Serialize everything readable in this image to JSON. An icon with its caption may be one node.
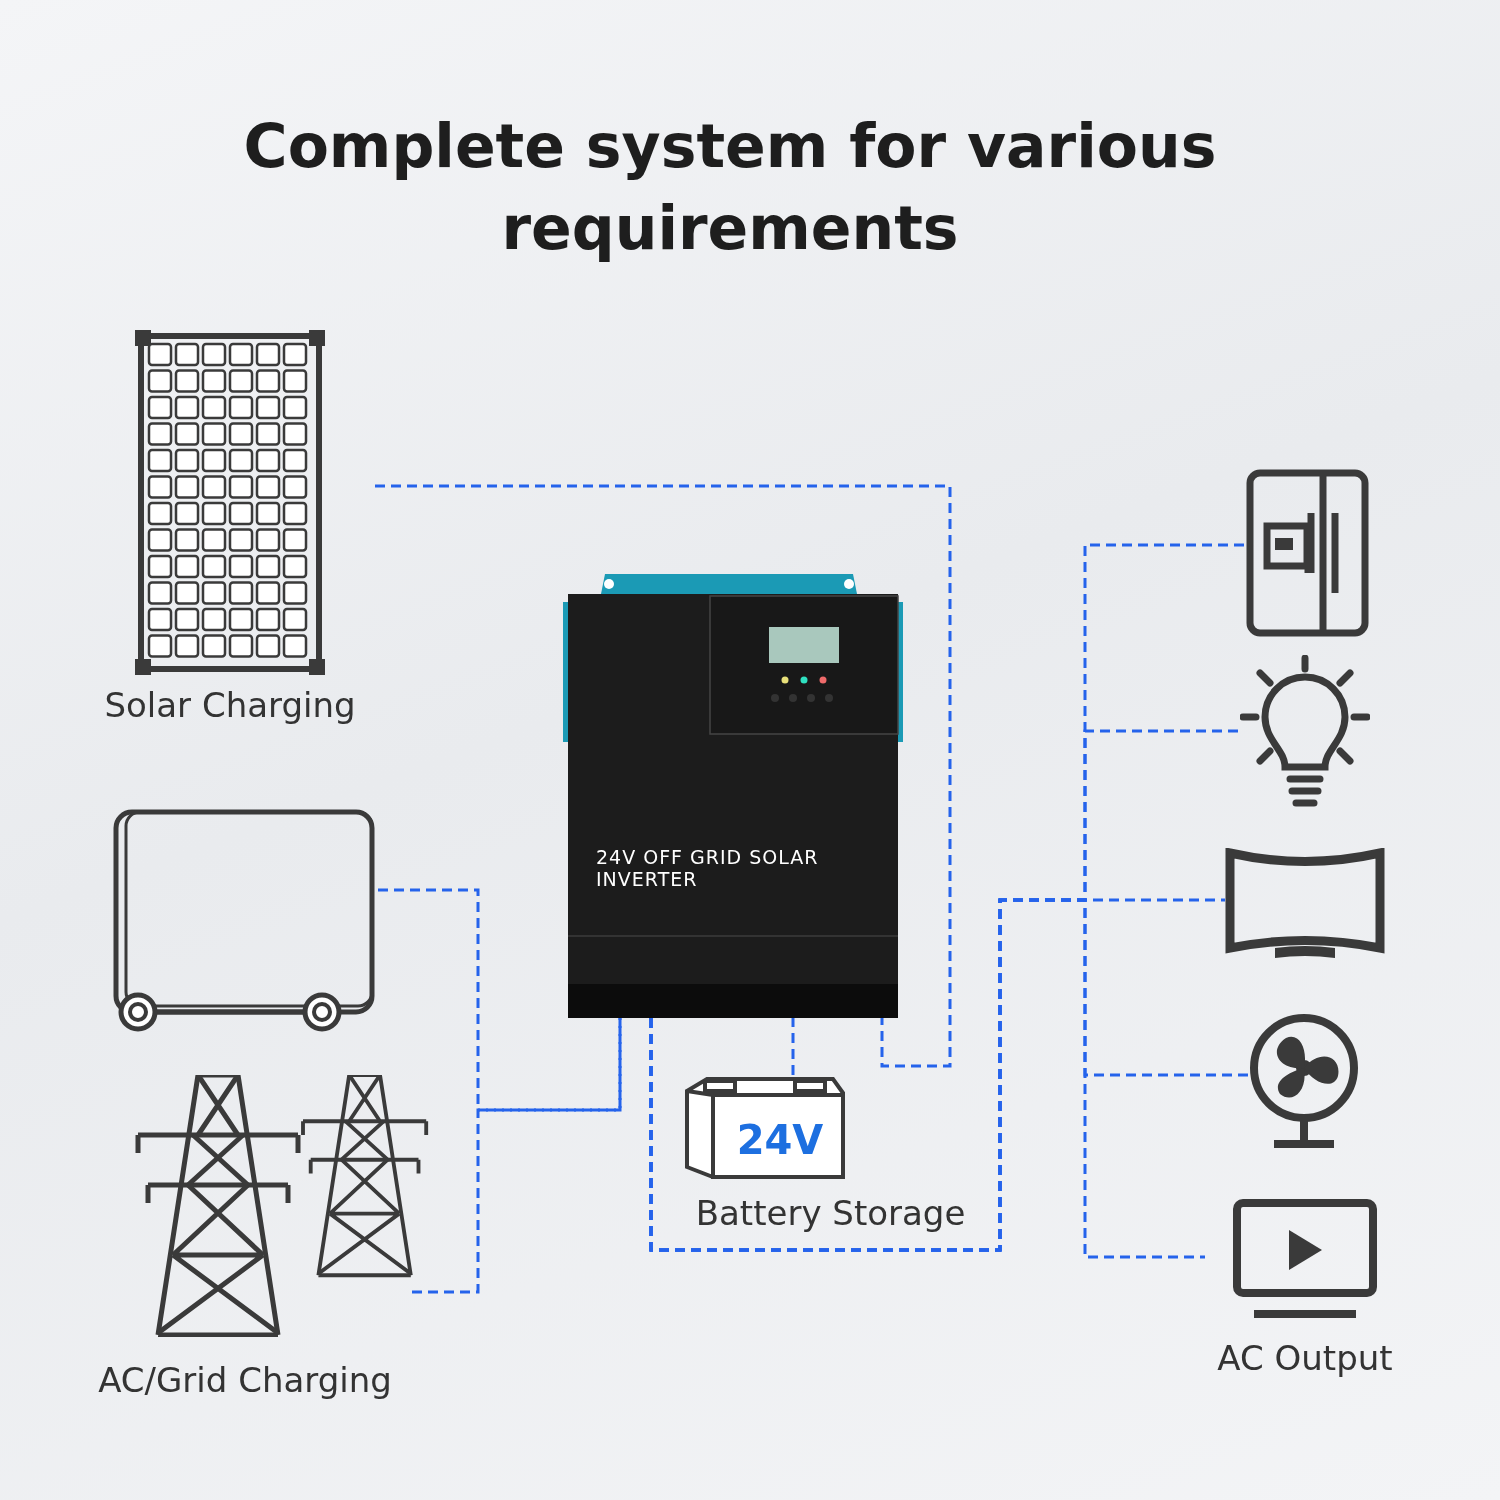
{
  "diagram": {
    "title": "Complete system for various requirements",
    "nodes": [
      {
        "text": [
          "Solar Charging"
        ]
      },
      {
        "text": [],
        "shape": "picture"
      },
      {
        "text": [
          "AC/Grid Charging"
        ]
      },
      {
        "text": [
          "24V OFF GRID SOLAR INVERTER"
        ]
      },
      {
        "text": [
          "24V",
          "Battery Storage"
        ]
      },
      {
        "text": [],
        "shape": "picture"
      },
      {
        "text": [],
        "shape": "picture"
      },
      {
        "text": [],
        "shape": "picture"
      },
      {
        "text": [],
        "shape": "picture"
      },
      {
        "text": [
          "AC Output"
        ]
      }
    ],
    "edges": [
      {
        "from": 0,
        "to": 3,
        "arrow": "none",
        "style": "dashed"
      },
      {
        "from": 1,
        "to": 3,
        "arrow": "none",
        "style": "dashed"
      },
      {
        "from": 2,
        "to": 3,
        "arrow": "none",
        "style": "dashed"
      },
      {
        "from": 4,
        "to": 3,
        "arrow": "none",
        "style": "dashed"
      },
      {
        "from": 3,
        "to": 5,
        "arrow": "none",
        "style": "dashed"
      },
      {
        "from": 3,
        "to": 6,
        "arrow": "none",
        "style": "dashed"
      },
      {
        "from": 3,
        "to": 7,
        "arrow": "none",
        "style": "dashed"
      },
      {
        "from": 3,
        "to": 8,
        "arrow": "none",
        "style": "dashed"
      },
      {
        "from": 3,
        "to": 9,
        "arrow": "none",
        "style": "dashed"
      }
    ]
  }
}
